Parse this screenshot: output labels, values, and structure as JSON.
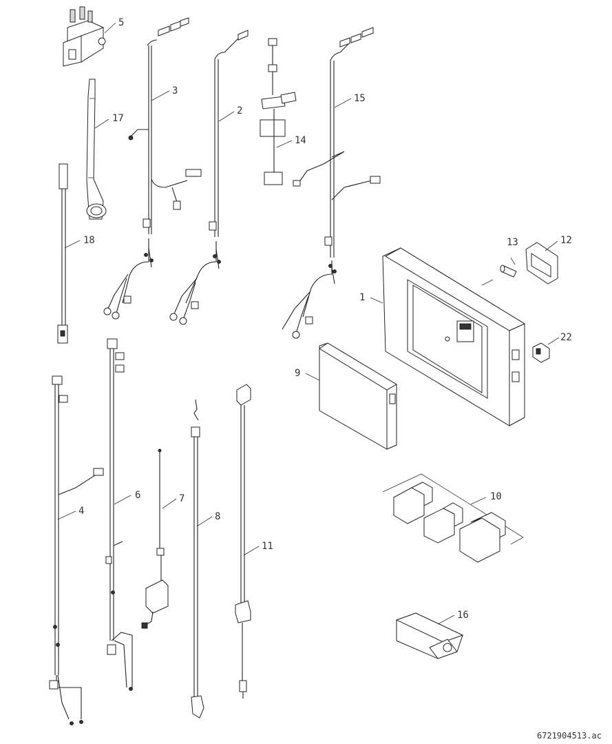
{
  "figure_id": "6721904513.ac",
  "callouts": {
    "c1": "1",
    "c2": "2",
    "c3": "3",
    "c4": "4",
    "c5": "5",
    "c6": "6",
    "c7": "7",
    "c8": "8",
    "c9": "9",
    "c10": "10",
    "c11": "11",
    "c12": "12",
    "c13": "13",
    "c14": "14",
    "c15": "15",
    "c16": "16",
    "c17": "17",
    "c18": "18",
    "c22": "22"
  }
}
